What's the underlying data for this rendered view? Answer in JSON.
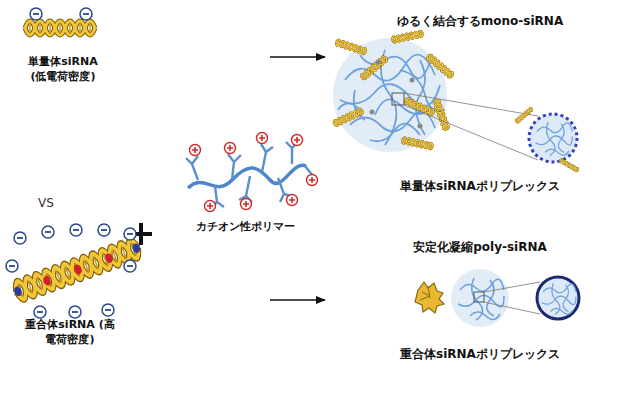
{
  "diagram": {
    "nodes": [
      {
        "text": [
          "単量体siRNA (低電荷密度)"
        ]
      },
      {
        "text": [
          "重合体siRNA (高電荷密度)"
        ]
      },
      {
        "text": [
          "カチオン性ポリマー"
        ]
      },
      {
        "text": [
          "ゆるく結合するmono-siRNA",
          "単量体siRNAポリプレックス"
        ]
      },
      {
        "text": [
          "安定化凝縮poly-siRNA",
          "重合体siRNAポリプレックス"
        ]
      }
    ],
    "edges": [
      {
        "from": 0,
        "to": 3,
        "arrow": "to"
      },
      {
        "from": 1,
        "to": 4,
        "arrow": "to"
      }
    ],
    "labels": [
      "VS"
    ]
  }
}
